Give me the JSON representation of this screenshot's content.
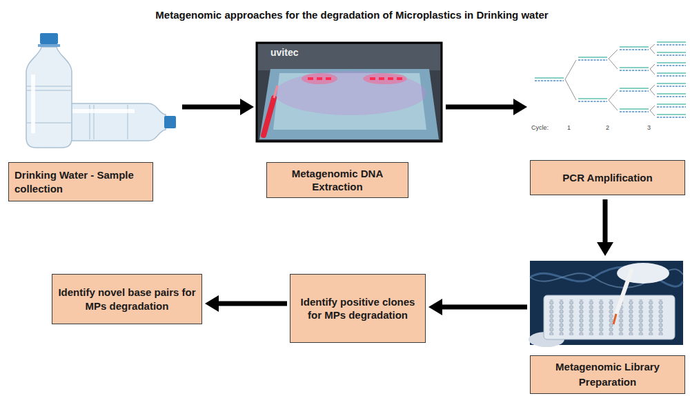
{
  "diagram": {
    "title": "Metagenomic approaches for the degradation of Microplastics in Drinking water",
    "nodes": [
      {
        "text": [
          "Drinking Water - Sample collection"
        ]
      },
      {
        "text": [
          "Metagenomic DNA Extraction"
        ]
      },
      {
        "text": [
          "PCR Amplification"
        ]
      },
      {
        "text": [
          "Metagenomic Library Preparation"
        ]
      },
      {
        "text": [
          "Identify positive clones for MPs degradation"
        ]
      },
      {
        "text": [
          "Identify novel base pairs for MPs degradation"
        ]
      }
    ],
    "edges": [
      {
        "from": 0,
        "to": 1,
        "arrow": "to"
      },
      {
        "from": 1,
        "to": 2,
        "arrow": "to"
      },
      {
        "from": 2,
        "to": 3,
        "arrow": "to"
      },
      {
        "from": 3,
        "to": 4,
        "arrow": "to"
      },
      {
        "from": 4,
        "to": 5,
        "arrow": "to"
      }
    ],
    "labels": [
      "uvitec",
      "Cycle:",
      "1",
      "2",
      "3"
    ]
  }
}
